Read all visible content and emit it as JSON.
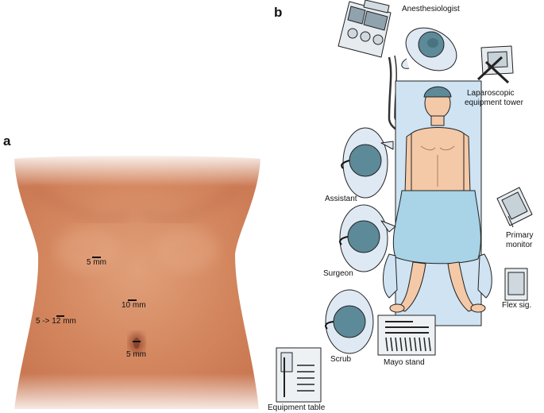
{
  "panel_a": {
    "letter": "a",
    "ports": {
      "upper": "5 mm",
      "camera": "10 mm",
      "left": "5 -> 12 mm",
      "umbilical": "5 mm"
    },
    "colors": {
      "skin": "#d4875f",
      "skin_light": "#e8b595",
      "skin_dark": "#b86b47"
    }
  },
  "panel_b": {
    "letter": "b",
    "labels": {
      "anesthesiologist": "Anesthesiologist",
      "tower_line1": "Laparoscopic",
      "tower_line2": "equipment tower",
      "assistant": "Assistant",
      "surgeon": "Surgeon",
      "scrub": "Scrub",
      "primary_line1": "Primary",
      "primary_line2": "monitor",
      "flex": "Flex sig.",
      "mayo": "Mayo stand",
      "equipment": "Equipment table"
    },
    "colors": {
      "table": "#cfe3f2",
      "drape": "#a9d3e6",
      "patient_skin": "#f4c9a8",
      "staff_cap": "#5d8a98",
      "staff_gown": "#dfe9f3"
    }
  }
}
